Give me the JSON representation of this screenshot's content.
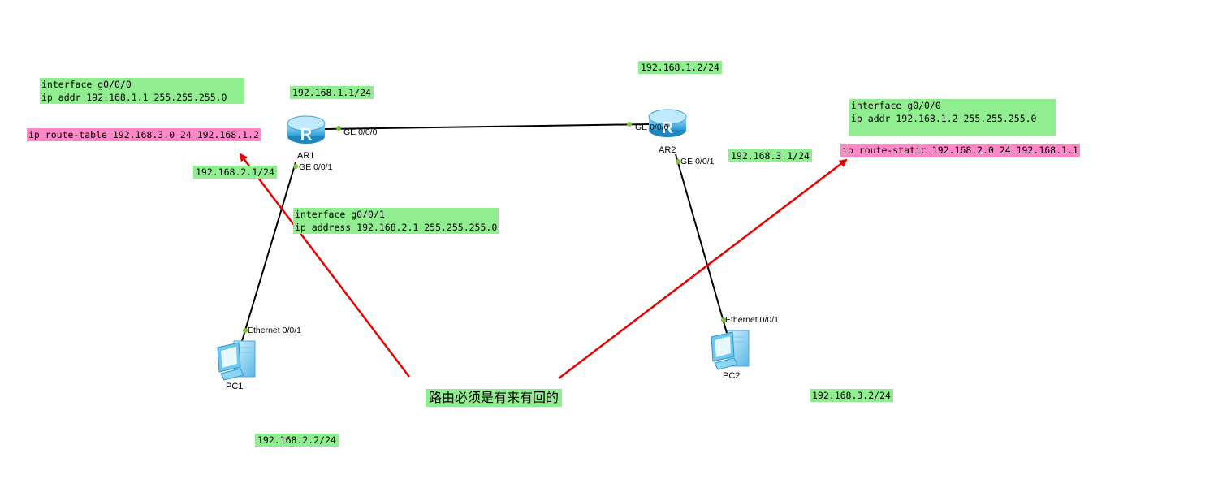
{
  "devices": {
    "ar1": {
      "label": "AR1"
    },
    "ar2": {
      "label": "AR2"
    },
    "pc1": {
      "label": "PC1"
    },
    "pc2": {
      "label": "PC2"
    }
  },
  "interfaces": {
    "ar1_ge000": "GE 0/0/0",
    "ar1_ge001": "GE 0/0/1",
    "ar2_ge000": "GE 0/0/0",
    "ar2_ge001": "GE 0/0/1",
    "pc1_eth": "Ethernet 0/0/1",
    "pc2_eth": "Ethernet 0/0/1"
  },
  "addresses": {
    "ar1_g000": "192.168.1.1/24",
    "ar2_g000": "192.168.1.2/24",
    "ar1_g001": "192.168.2.1/24",
    "ar2_g001": "192.168.3.1/24",
    "pc1": "192.168.2.2/24",
    "pc2": "192.168.3.2/24"
  },
  "configs": {
    "ar1_g000": "interface g0/0/0\nip addr 192.168.1.1 255.255.255.0",
    "ar1_route": "ip route-table 192.168.3.0 24 192.168.1.2",
    "ar1_g001": "interface g0/0/1\nip address 192.168.2.1 255.255.255.0",
    "ar2_g000": "interface g0/0/0\nip addr 192.168.1.2 255.255.255.0",
    "ar2_route": "ip route-static 192.168.2.0 24 192.168.1.1"
  },
  "annotation": "路由必须是有来有回的",
  "colors": {
    "note_green": "#90ee90",
    "note_pink": "#ff88c8",
    "arrow": "#ee0000",
    "link": "#000000",
    "port_dot": "#7cc33a",
    "router_body": "#4fb8e8"
  }
}
